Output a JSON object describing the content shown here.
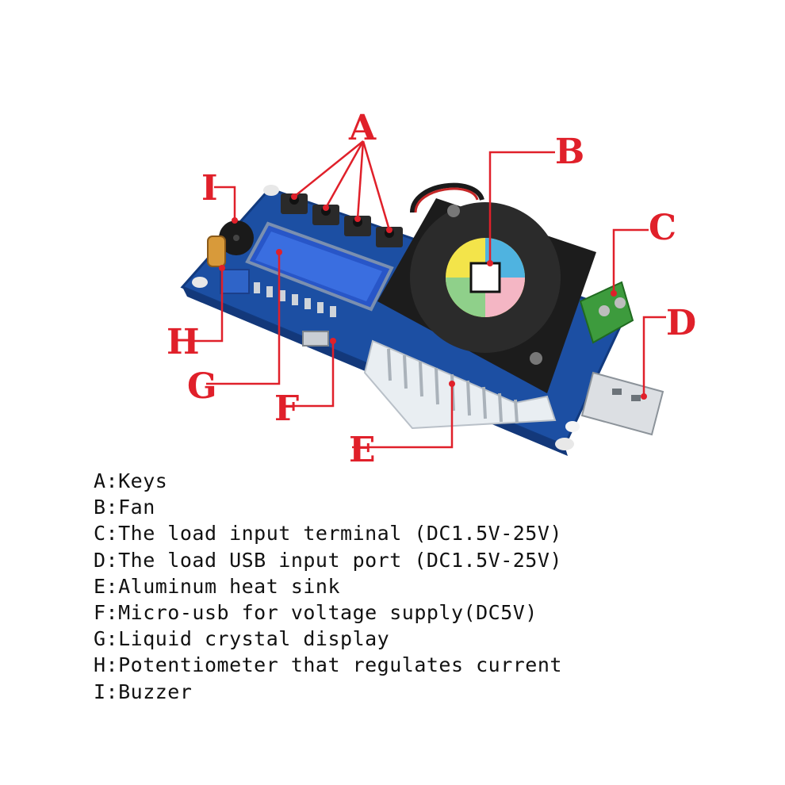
{
  "callouts": {
    "a": "A",
    "b": "B",
    "c": "C",
    "d": "D",
    "e": "E",
    "f": "F",
    "g": "G",
    "h": "H",
    "i": "I"
  },
  "colors": {
    "pcb": "#1c4fa3",
    "callout": "#e0202a",
    "heatsink": "#e9eef2",
    "fan": "#1c1c1c",
    "terminal": "#3d9b3d"
  },
  "legend": [
    "A:Keys",
    "B:Fan",
    "C:The load input terminal (DC1.5V-25V)",
    "D:The load USB input port (DC1.5V-25V)",
    "E:Aluminum heat sink",
    "F:Micro-usb for voltage supply(DC5V)",
    "G:Liquid crystal display",
    "H:Potentiometer that regulates current",
    "I:Buzzer"
  ]
}
